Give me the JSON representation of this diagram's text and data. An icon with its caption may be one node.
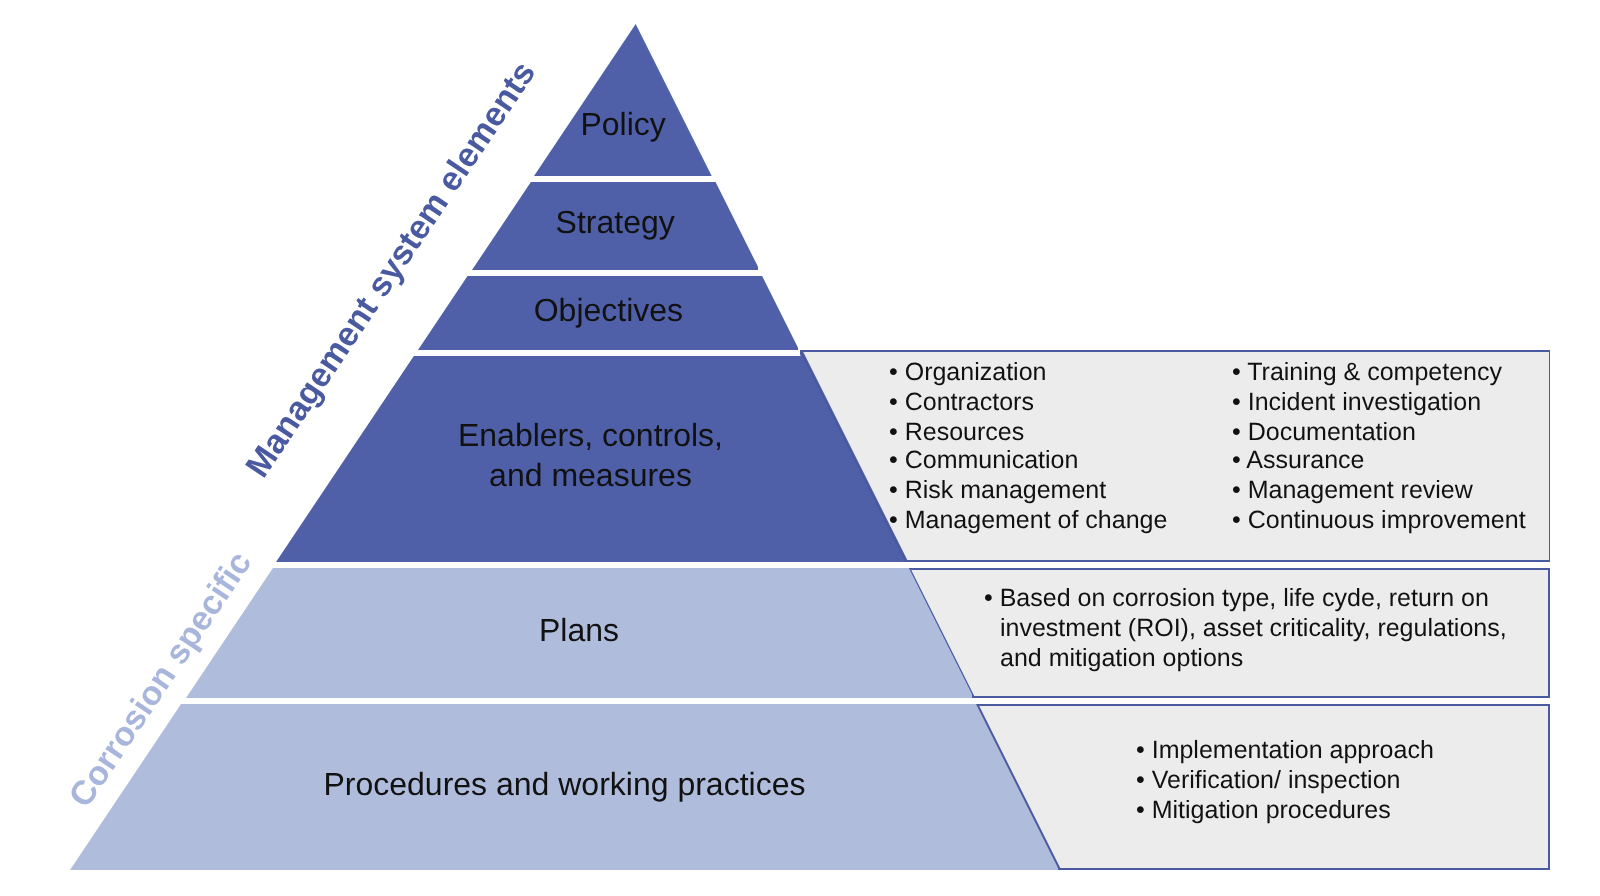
{
  "diagram": {
    "nodes": [
      {
        "text": [
          "Policy"
        ]
      },
      {
        "text": [
          "Strategy"
        ]
      },
      {
        "text": [
          "Objectives"
        ]
      },
      {
        "text": [
          "Enablers, controls, and measures"
        ]
      },
      {
        "text": [
          "Plans"
        ]
      },
      {
        "text": [
          "Procedures and working practices"
        ]
      },
      {
        "text": [
          "• Organization",
          "• Contractors",
          "• Resources",
          "• Communication",
          "• Risk management",
          "• Management of change",
          "• Training & competency",
          "• Incident investigation",
          "• Documentation",
          "• Assurance",
          "• Management review",
          "• Continuous improvement"
        ]
      },
      {
        "text": [
          "• Based on corrosion type, life cyde, return on investment (ROI), asset criticality, regulations, and mitigation options"
        ]
      },
      {
        "text": [
          "• Implementation approach",
          "• Verification/ inspection",
          "• Mitigation procedures"
        ]
      }
    ],
    "edges": [],
    "labels": [
      "Management system elements",
      "Corrosion specific"
    ]
  }
}
